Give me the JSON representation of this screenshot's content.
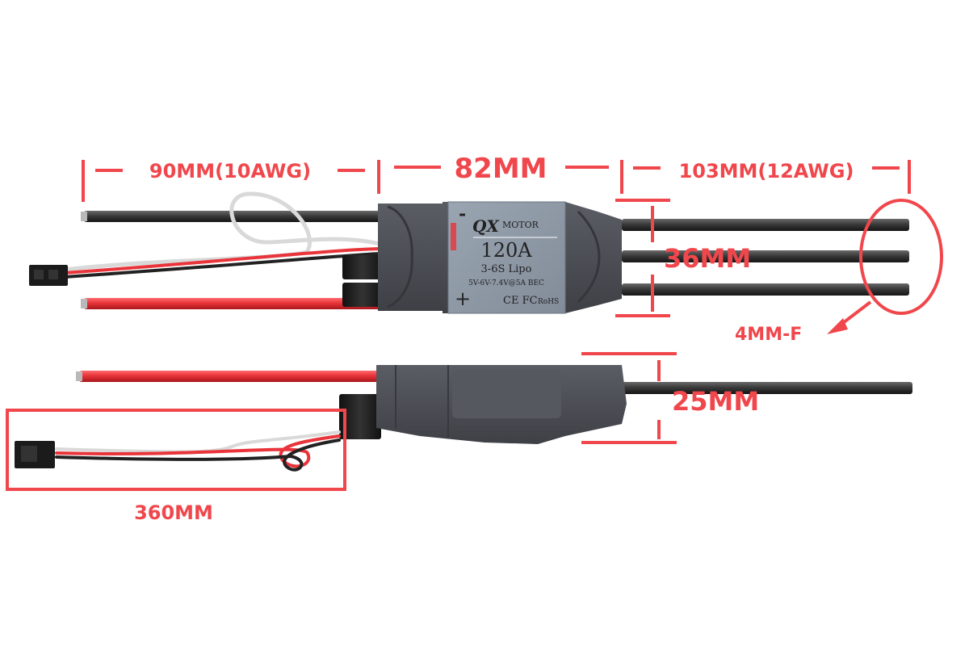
{
  "colors": {
    "accent": "#f0474c",
    "housing": "#4b4e55",
    "label_bg": "#8f9aa8",
    "black_wire": "#2a2a2a",
    "red_wire": "#e8343a"
  },
  "dimensions": {
    "input_wire": "90MM(10AWG)",
    "body_length": "82MM",
    "output_wire": "103MM(12AWG)",
    "body_width": "36MM",
    "connector": "4MM-F",
    "body_height": "25MM",
    "signal_cable": "360MM"
  },
  "label": {
    "minus": "-",
    "brand_qx": "QX",
    "brand_motor": "MOTOR",
    "rating": "120A",
    "cells": "3-6S Lipo",
    "bec": "5V-6V-7.4V@5A BEC",
    "plus": "+",
    "certs": "CE FC",
    "rohs": "RoHS"
  }
}
